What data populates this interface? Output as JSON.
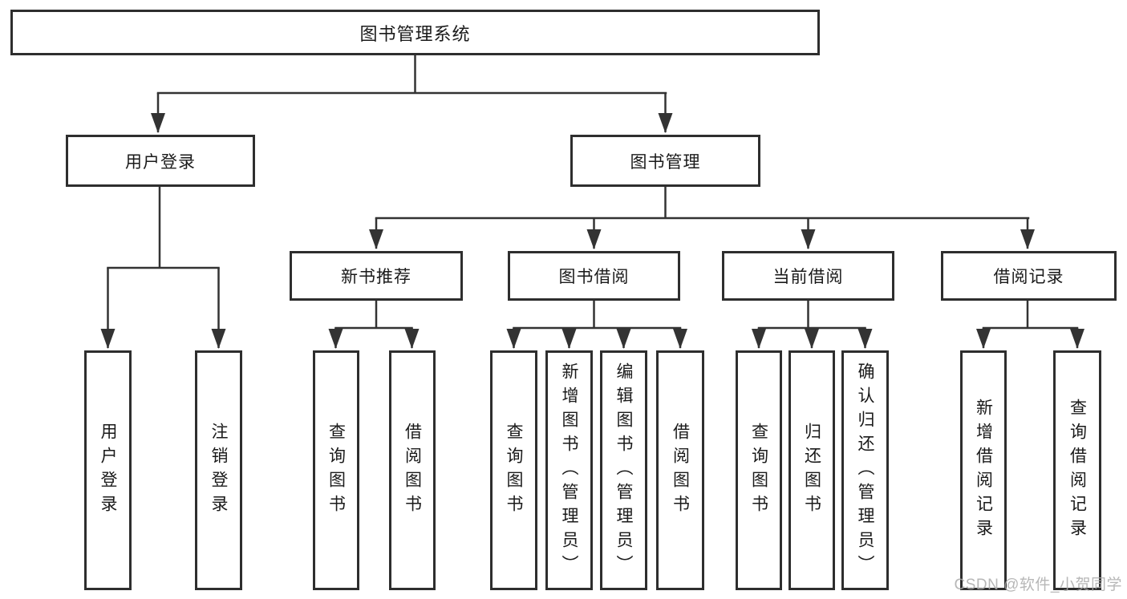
{
  "diagram": {
    "root": "图书管理系统",
    "level2": {
      "user_login": "用户登录",
      "book_management": "图书管理"
    },
    "level3": {
      "new_book_recommend": "新书推荐",
      "book_borrowing": "图书借阅",
      "current_borrowing": "当前借阅",
      "borrowing_records": "借阅记录"
    },
    "leaves": {
      "user_login": "用户登录",
      "logout": "注销登录",
      "nb_query_books": "查询图书",
      "nb_borrow_books": "借阅图书",
      "bb_query_books": "查询图书",
      "bb_add_books_admin": "新增图书（管理员）",
      "bb_edit_books_admin": "编辑图书（管理员）",
      "bb_borrow_books": "借阅图书",
      "cb_query_books": "查询图书",
      "cb_return_books": "归还图书",
      "cb_confirm_return_admin": "确认归还（管理员）",
      "br_add_record": "新增借阅记录",
      "br_query_record": "查询借阅记录"
    }
  },
  "watermark": "CSDN @软件_小贺同学",
  "colors": {
    "line": "#333333",
    "box_border": "#2e2e2e",
    "text": "#1a1a1a",
    "background": "#ffffff",
    "watermark": "#aaaaaa"
  }
}
